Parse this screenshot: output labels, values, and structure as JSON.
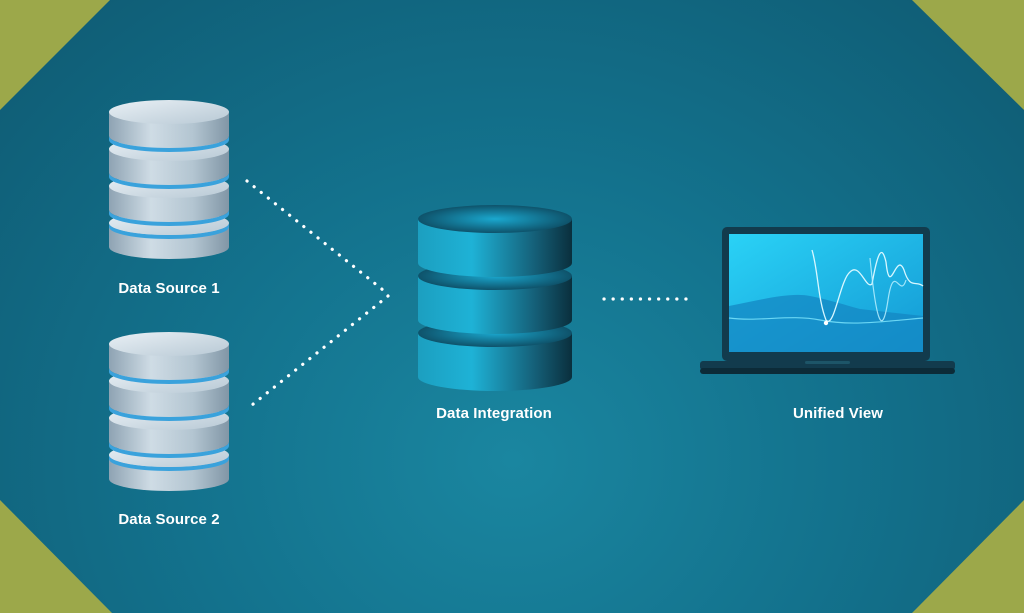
{
  "nodes": {
    "source1": {
      "label": "Data Source 1"
    },
    "source2": {
      "label": "Data Source 2"
    },
    "integration": {
      "label": "Data Integration"
    },
    "view": {
      "label": "Unified View"
    }
  },
  "edges": [
    {
      "from": "source1",
      "to": "integration",
      "style": "dotted"
    },
    {
      "from": "source2",
      "to": "integration",
      "style": "dotted"
    },
    {
      "from": "integration",
      "to": "view",
      "style": "dotted"
    }
  ],
  "colors": {
    "background": "#13728d",
    "corner_accent": "#9ca84a",
    "database_disk": "#b9cbd6",
    "database_band": "#3aa2dc",
    "integration_cylinder": "#1aa5c8",
    "laptop_screen": "#1fb9e8",
    "laptop_body": "#123b4d",
    "connector": "#ffffff",
    "label_text": "#ffffff"
  },
  "icons": {
    "source1": "database-icon",
    "source2": "database-icon",
    "integration": "cylinder-database-icon",
    "view": "laptop-chart-icon"
  }
}
